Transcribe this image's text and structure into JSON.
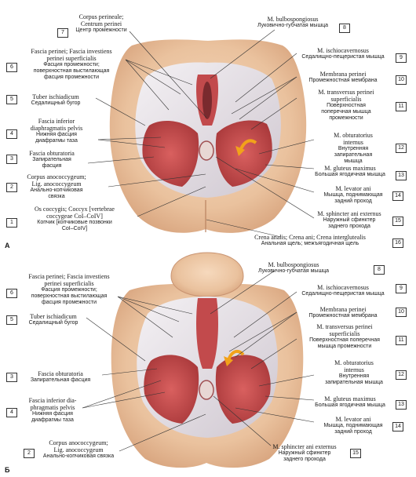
{
  "panels": {
    "a": "А",
    "b": "Б"
  },
  "top": {
    "l7": {
      "n": "7",
      "la1": "Corpus perineale;",
      "la2": "Centrum perinei",
      "ru1": "Центр промежности"
    },
    "l6": {
      "n": "6",
      "la1": "Fascia perinei; Fascia investiens",
      "la2": "perinei superficialis",
      "ru1": "Фасция промежности;",
      "ru2": "поверхностная выстилающая",
      "ru3": "фасция промежности"
    },
    "l5": {
      "n": "5",
      "la1": "Tuber ischiadicum",
      "ru1": "Седалищный бугор"
    },
    "l4": {
      "n": "4",
      "la1": "Fascia inferior",
      "la2": "diaphragmatis pelvis",
      "ru1": "Нижняя фасция",
      "ru2": "диафрагмы таза"
    },
    "l3": {
      "n": "3",
      "la1": "Fascia obturatoria",
      "ru1": "Запирательная",
      "ru2": "фасция"
    },
    "l2": {
      "n": "2",
      "la1": "Corpus anococcygeum;",
      "la2": "Lig. anococcygeum",
      "ru1": "Анально-копчиковая",
      "ru2": "связка"
    },
    "l1": {
      "n": "1",
      "la1": "Os coccygis; Coccyx [vertebrae",
      "la2": "coccygeae CoI–CoIV]",
      "ru1": "Копчик [копчиковые позвонки",
      "ru2": "CoI–CoIV]"
    },
    "l8": {
      "n": "8",
      "la1": "M. bulbospongiosus",
      "ru1": "Луковично-губчатая мышца"
    },
    "l9": {
      "n": "9",
      "la1": "M. ischiocavernosus",
      "ru1": "Седалищно-пещеристая мышца"
    },
    "l10": {
      "n": "10",
      "la1": "Membrana perinei",
      "ru1": "Промежностная мембрана"
    },
    "l11": {
      "n": "11",
      "la1": "M. transversus perinei",
      "la2": "superficialis",
      "ru1": "Поверхностная",
      "ru2": "поперечная мышца",
      "ru3": "промежности"
    },
    "l12": {
      "n": "12",
      "la1": "M. obturatorius",
      "la2": "internus",
      "ru1": "Внутренняя",
      "ru2": "запирательная",
      "ru3": "мышца"
    },
    "l13": {
      "n": "13",
      "la1": "M. gluteus maximus",
      "ru1": "Большая ягодичная мышца"
    },
    "l14": {
      "n": "14",
      "la1": "M. levator ani",
      "ru1": "Мышца, поднимающая",
      "ru2": "задний проход"
    },
    "l15": {
      "n": "15",
      "la1": "M. sphincter ani externus",
      "ru1": "Наружный сфинктер",
      "ru2": "заднего прохода"
    },
    "l16": {
      "n": "16",
      "la1": "Crena analis; Crena ani; Crena interglutealis",
      "ru1": "Анальная щель; межъягодичная щель"
    }
  },
  "bottom": {
    "l6": {
      "n": "6",
      "la1": "Fascia perinei; Fascia investiens",
      "la2": "perinei superficialis",
      "ru1": "Фасция промежности;",
      "ru2": "поверхностная выстилающая",
      "ru3": "фасция промежности"
    },
    "l5": {
      "n": "5",
      "la1": "Tuber ischiadicum",
      "ru1": "Седалищный бугор"
    },
    "l3": {
      "n": "3",
      "la1": "Fascia obturatoria",
      "ru1": "Запирательная фасция"
    },
    "l4": {
      "n": "4",
      "la1": "Fascia inferior dia-",
      "la2": "phragmatis pelvis",
      "ru1": "Нижняя фасция",
      "ru2": "диафрагмы таза"
    },
    "l2": {
      "n": "2",
      "la1": "Corpus anococcygeum;",
      "la2": "Lig. anococcygeum",
      "ru1": "Анально-копчиковая связка"
    },
    "l8": {
      "n": "8",
      "la1": "M. bulbospongiosus",
      "ru1": "Луковично-губчатая мышца"
    },
    "l9": {
      "n": "9",
      "la1": "M. ischiocavernosus",
      "ru1": "Седалищно-пещеристая мышца"
    },
    "l10": {
      "n": "10",
      "la1": "Membrana perinei",
      "ru1": "Промежностная мембрана"
    },
    "l11": {
      "n": "11",
      "la1": "M. transversus perinei",
      "la2": "superficialis",
      "ru1": "Поверхностная поперечная",
      "ru2": "мышца промежности"
    },
    "l12": {
      "n": "12",
      "la1": "M. obturatorius",
      "la2": "internus",
      "ru1": "Внутренняя",
      "ru2": "запирательная мышца"
    },
    "l13": {
      "n": "13",
      "la1": "M. gluteus maximus",
      "ru1": "Большая ягодичная мышца"
    },
    "l14": {
      "n": "14",
      "la1": "M. levator ani",
      "ru1": "Мышца, поднимающая",
      "ru2": "задний проход"
    },
    "l15": {
      "n": "15",
      "la1": "M. sphincter ani externus",
      "ru1": "Наружный сфинктер",
      "ru2": "заднего прохода"
    }
  },
  "colors": {
    "skin": "#f0c9a6",
    "skin_dark": "#d9a37c",
    "muscle": "#c8484a",
    "muscle_dark": "#8e2a2c",
    "fascia": "#e9e4e8",
    "accent": "#f2a21a"
  }
}
